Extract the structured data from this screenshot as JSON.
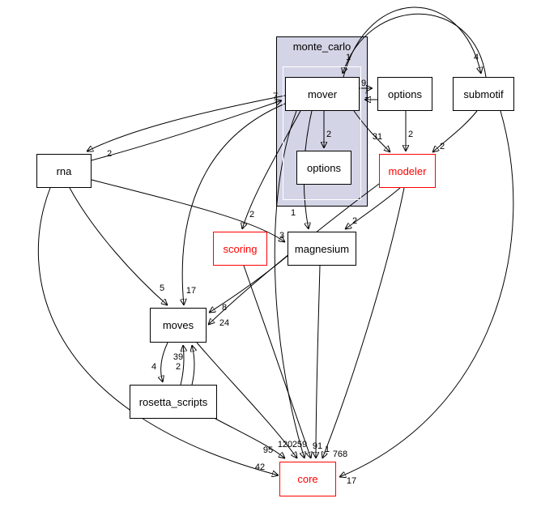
{
  "diagram": {
    "cluster": {
      "label": "monte_carlo"
    },
    "nodes": [
      {
        "id": "mover",
        "label": "mover",
        "style": "normal"
      },
      {
        "id": "options-inner",
        "label": "options",
        "style": "normal"
      },
      {
        "id": "options",
        "label": "options",
        "style": "normal"
      },
      {
        "id": "submotif",
        "label": "submotif",
        "style": "normal"
      },
      {
        "id": "rna",
        "label": "rna",
        "style": "normal"
      },
      {
        "id": "modeler",
        "label": "modeler",
        "style": "truncated"
      },
      {
        "id": "scoring",
        "label": "scoring",
        "style": "truncated"
      },
      {
        "id": "magnesium",
        "label": "magnesium",
        "style": "normal"
      },
      {
        "id": "moves",
        "label": "moves",
        "style": "normal"
      },
      {
        "id": "rosetta-scripts",
        "label": "rosetta_scripts",
        "style": "normal"
      },
      {
        "id": "core",
        "label": "core",
        "style": "truncated"
      }
    ],
    "edges": [
      {
        "from": "mover",
        "to": "options",
        "label": "9"
      },
      {
        "from": "options",
        "to": "mover",
        "label": "1"
      },
      {
        "from": "mover",
        "to": "submotif",
        "label": "4"
      },
      {
        "from": "submotif",
        "to": "mover",
        "label": "1"
      },
      {
        "from": "mover",
        "to": "options-inner",
        "label": "2"
      },
      {
        "from": "mover",
        "to": "modeler",
        "label": "31"
      },
      {
        "from": "options",
        "to": "modeler",
        "label": "2"
      },
      {
        "from": "submotif",
        "to": "modeler",
        "label": "2"
      },
      {
        "from": "mover",
        "to": "rna",
        "label": "2"
      },
      {
        "from": "rna",
        "to": "mover",
        "label": "7"
      },
      {
        "from": "mover",
        "to": "scoring",
        "label": "2"
      },
      {
        "from": "mover",
        "to": "magnesium",
        "label": "1"
      },
      {
        "from": "modeler",
        "to": "magnesium",
        "label": "2"
      },
      {
        "from": "rna",
        "to": "magnesium",
        "label": "3"
      },
      {
        "from": "rna",
        "to": "moves",
        "label": "5"
      },
      {
        "from": "mover",
        "to": "moves",
        "label": "17"
      },
      {
        "from": "magnesium",
        "to": "moves",
        "label": "8"
      },
      {
        "from": "modeler",
        "to": "moves",
        "label": "24"
      },
      {
        "from": "moves",
        "to": "rosetta-scripts",
        "label": "4"
      },
      {
        "from": "rosetta-scripts",
        "to": "moves",
        "label": "39"
      },
      {
        "from": "rosetta-scripts",
        "to": "moves",
        "label": "2"
      },
      {
        "from": "rna",
        "to": "core",
        "label": "42"
      },
      {
        "from": "rosetta-scripts",
        "to": "core",
        "label": "95"
      },
      {
        "from": "moves",
        "to": "core",
        "label": "120"
      },
      {
        "from": "mover",
        "to": "core",
        "label": "259"
      },
      {
        "from": "scoring",
        "to": "core",
        "label": "91"
      },
      {
        "from": "magnesium",
        "to": "core",
        "label": "1"
      },
      {
        "from": "modeler",
        "to": "core",
        "label": "768"
      },
      {
        "from": "submotif",
        "to": "core",
        "label": "17"
      }
    ],
    "colors": {
      "cluster_fill": "#d4d4e7",
      "cluster_border": "#000000",
      "inner_border": "#ffffff",
      "node_fill": "#ffffff",
      "node_border": "#000000",
      "truncated_border": "#ff0000",
      "truncated_text": "#ff0000",
      "edge": "#000000"
    }
  }
}
